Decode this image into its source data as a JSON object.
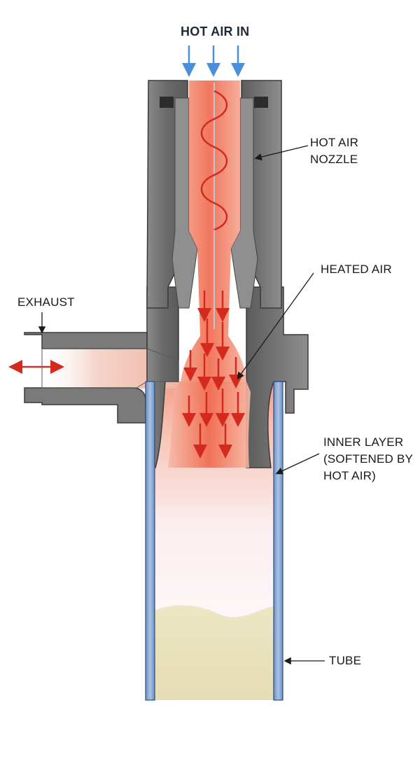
{
  "labels": {
    "hot_air_in": "HOT AIR IN",
    "nozzle_line1": "HOT AIR",
    "nozzle_line2": "NOZZLE",
    "heated_air": "HEATED AIR",
    "exhaust": "EXHAUST",
    "inner_line1": "INNER LAYER",
    "inner_line2": "(SOFTENED BY",
    "inner_line3": "HOT AIR)",
    "tube": "TUBE"
  },
  "colors": {
    "inlet_arrow": "#4a90d9",
    "heat_arrow": "#d42a1e",
    "housing": "#6e6e6e",
    "tube_wall": "#8fb0d8",
    "material": "#e9e3bf"
  },
  "icons": {
    "inlet_arrows": "arrow-down-icon",
    "heat_arrows": "arrow-down-icon",
    "exhaust_arrow": "double-arrow-icon",
    "coil": "heating-coil-icon"
  }
}
